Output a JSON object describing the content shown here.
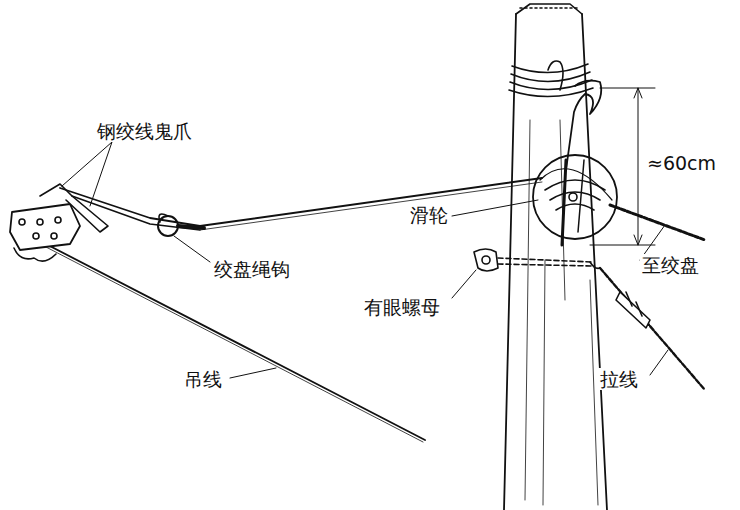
{
  "diagram": {
    "labels": [
      "钢绞线鬼爪",
      "绞盘绳钩",
      "吊线",
      "滑轮",
      "有眼螺母",
      "至绞盘",
      "拉线",
      "≈60cm"
    ]
  }
}
